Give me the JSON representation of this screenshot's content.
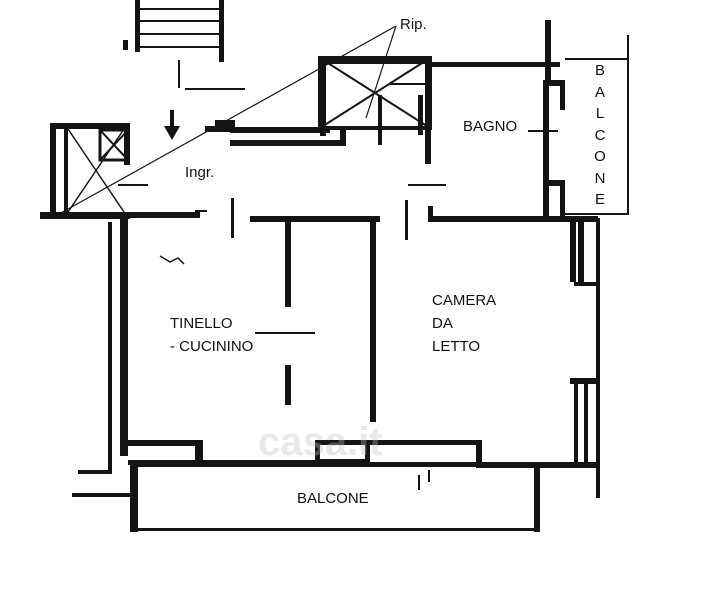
{
  "plan": {
    "labels": {
      "rip": "Rip.",
      "ingr": "Ingr.",
      "bagno": "BAGNO",
      "tinello": [
        "TINELLO",
        "- CUCININO"
      ],
      "camera": [
        "CAMERA",
        "DA",
        "LETTO"
      ],
      "balcone_bottom": "BALCONE",
      "balcone_side": [
        "B",
        "A",
        "L",
        "C",
        "O",
        "N",
        "E"
      ]
    },
    "watermark": "casa.it",
    "colors": {
      "ink": "#141414",
      "paper": "#ffffff"
    }
  }
}
